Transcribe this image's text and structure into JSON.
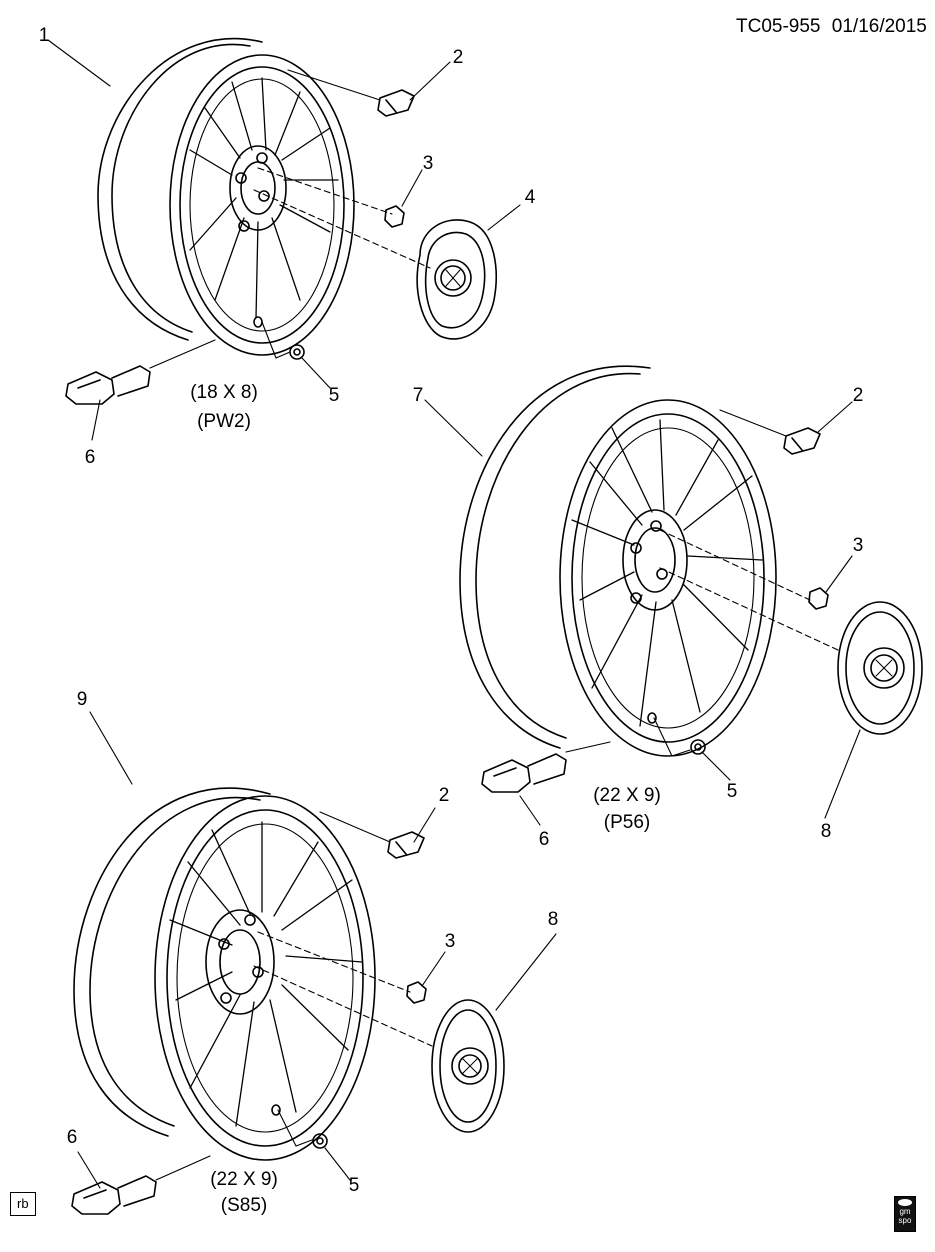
{
  "header": {
    "ref": "TC05-955",
    "date": "01/16/2015"
  },
  "callouts": {
    "c1": "1",
    "c2a": "2",
    "c3a": "3",
    "c4": "4",
    "c5a": "5",
    "c6a": "6",
    "c7": "7",
    "c2b": "2",
    "c3b": "3",
    "c5b": "5",
    "c6b": "6",
    "c8a": "8",
    "c9": "9",
    "c2c": "2",
    "c3c": "3",
    "c8b": "8",
    "c5c": "5",
    "c6c": "6"
  },
  "wheels": [
    {
      "size": "(18 X 8)",
      "code": "(PW2)"
    },
    {
      "size": "(22 X 9)",
      "code": "(P56)"
    },
    {
      "size": "(22 X 9)",
      "code": "(S85)"
    }
  ],
  "footer": {
    "badge": "rb",
    "logo_top": "gm",
    "logo_bottom": "spo"
  }
}
